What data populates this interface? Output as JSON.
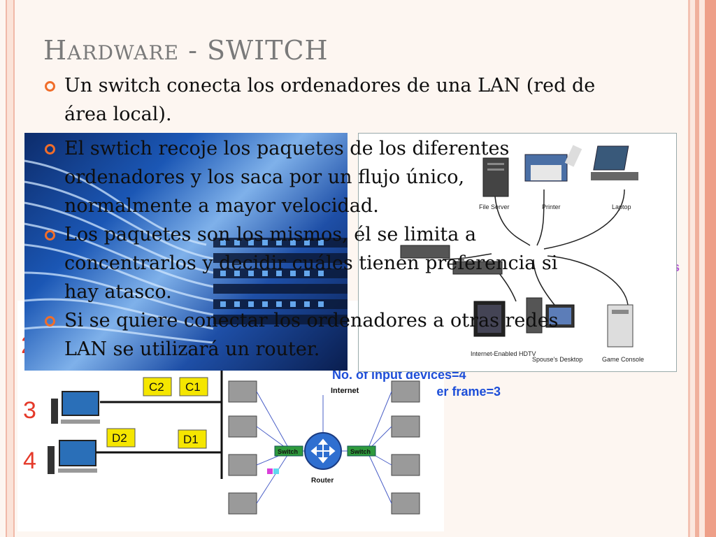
{
  "slide": {
    "title_first": "H",
    "title_rest": "ardware",
    "title_suffix": " - SWITCH",
    "bullets": [
      "Un switch conecta los ordenadores de una LAN (red de área local).",
      "El swtich recoje los paquetes de los diferentes ordenadores y los saca por un flujo único, normalmente a mayor velocidad.",
      "Los paquetes son los mismos, él se limita a concentrarlos y decidir cuáles tienen preferencia si hay atasco.",
      "Si se quiere conectar los ordenadores a otras redes LAN se utilizará un router."
    ]
  },
  "topology_image": {
    "labels": [
      "File Server",
      "Printer",
      "Laptop",
      "Internet-Enabled HDTV",
      "Spouse's Desktop",
      "Game Console"
    ]
  },
  "lan_image": {
    "labels": [
      "C2",
      "C1",
      "D2",
      "D1",
      "Internet",
      "Switch",
      "Switch",
      "Router"
    ],
    "numbers": [
      "2",
      "3",
      "4"
    ],
    "overlay_text": [
      "No. of input devices=4",
      "er frame=3",
      "s"
    ]
  },
  "colors": {
    "accent": "#f06d2a",
    "title": "#7a7a7a",
    "label_box": "#f5e600",
    "number_red": "#e53a2a",
    "overlay_blue": "#1d4ed8"
  }
}
